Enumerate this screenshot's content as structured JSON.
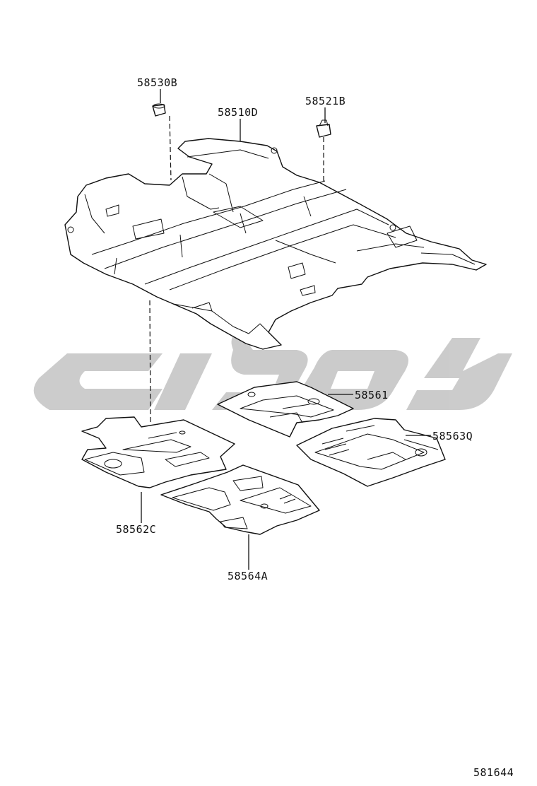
{
  "diagram": {
    "parts": [
      {
        "id": "clip_a",
        "label": "58530B"
      },
      {
        "id": "carpet",
        "label": "58510D"
      },
      {
        "id": "clip_b",
        "label": "58521B"
      },
      {
        "id": "mat_rear_center",
        "label": "58561"
      },
      {
        "id": "mat_rear_right",
        "label": "58563Q"
      },
      {
        "id": "mat_front_left",
        "label": "58562C"
      },
      {
        "id": "mat_front_right",
        "label": "58564A"
      }
    ],
    "figure_number": "581644"
  }
}
